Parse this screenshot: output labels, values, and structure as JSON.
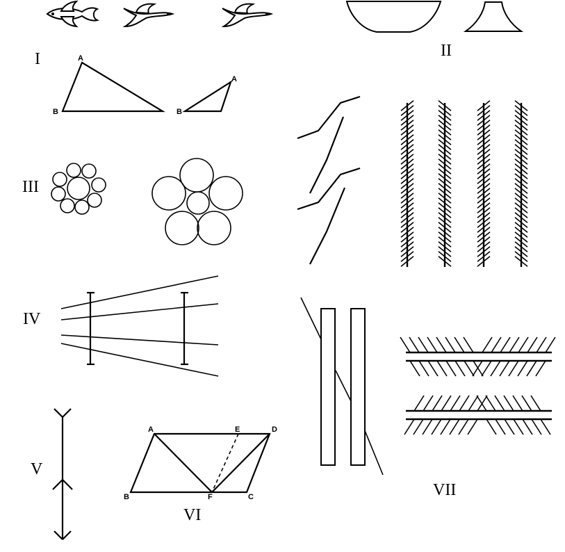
{
  "labels": {
    "I": "I",
    "II": "II",
    "III": "III",
    "IV": "IV",
    "V": "V",
    "VI": "VI",
    "VII": "VII"
  },
  "points": {
    "fig1_big_A": "A",
    "fig1_big_B": "B",
    "fig1_small_A": "A",
    "fig1_small_B": "B",
    "fig6_A": "A",
    "fig6_E": "E",
    "fig6_D": "D",
    "fig6_B": "B",
    "fig6_F": "F",
    "fig6_C": "C"
  }
}
